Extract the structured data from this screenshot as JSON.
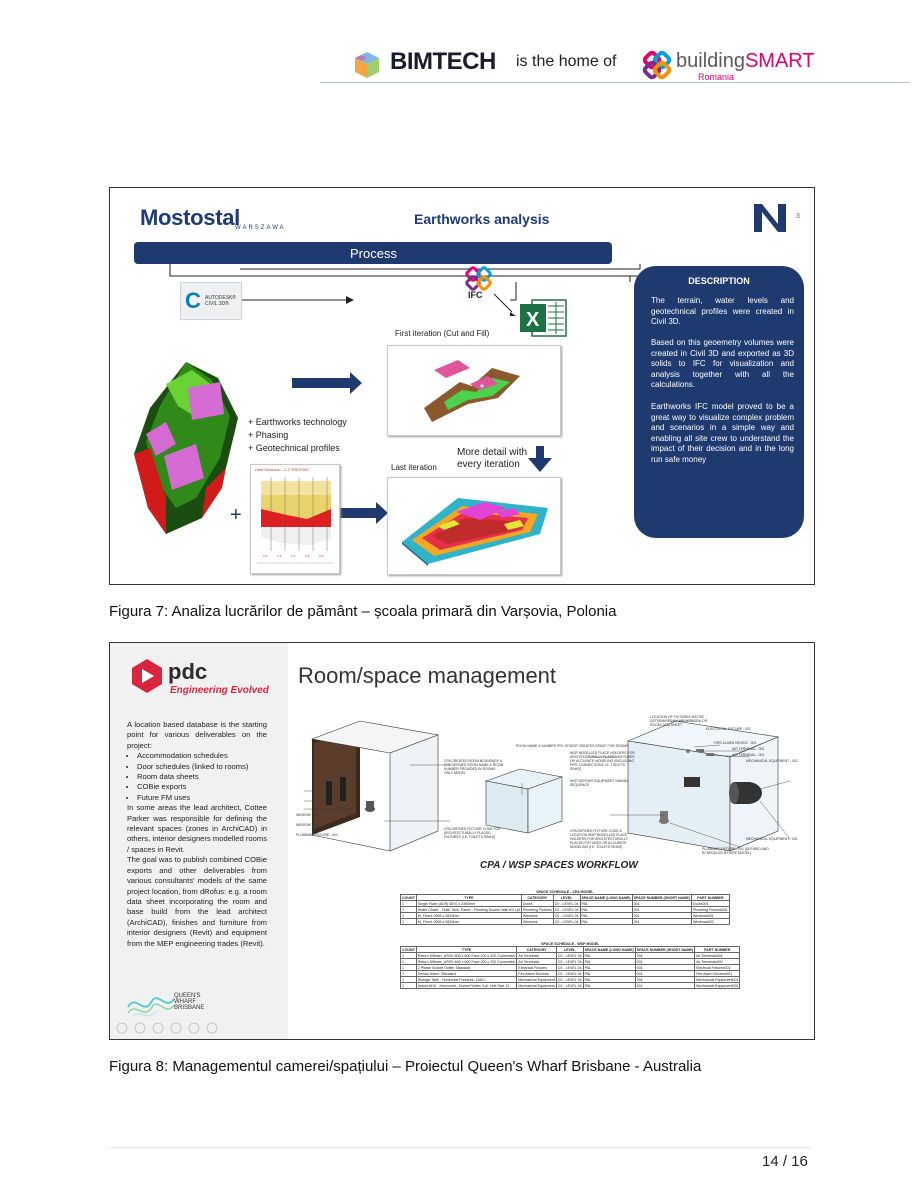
{
  "header": {
    "bimtech": "BIMTECH",
    "home_of": "is the home of",
    "bs_building": "building",
    "bs_smart": "SMART",
    "bs_country": "Romania"
  },
  "figure1": {
    "logo": "Mostostal",
    "logo_sub": "WARSZAWA",
    "title": "Earthworks analysis",
    "page_marker": "3",
    "process": "Process",
    "civil3d_label": "AUTODESK® CIVIL 3D®",
    "ifc_label": "IFC",
    "first_iteration": "First iteration (Cut and Fill)",
    "last_iteration": "Last iteration",
    "more_detail": "More detail with every iteration",
    "bullets": [
      "+ Earthworks technology",
      "+ Phasing",
      "+ Geotechnical profiles"
    ],
    "plus": "+",
    "profile_title": "Hole Sections – 2-2' PROFILE",
    "description_title": "DESCRIPTION",
    "description": [
      "The terrain, water levels and geotechnical profiles were created in Civil 3D.",
      "Based on this geoemetry volumes were created in Civil 3D and exported as 3D solids to IFC for visualization and analysis together with all the calculations.",
      "Earthworks IFC model proved to be a great way to visualize complex problem and scenarios in a simple way and enabling all site crew to understand the impact of their decision and in the long run safe money"
    ],
    "caption": "Figura 7: Analiza lucrărilor de pământ – școala primară din Varșovia, Polonia"
  },
  "figure2": {
    "logo": "pdc",
    "tagline": "Engineering Evolved",
    "title": "Room/space management",
    "intro": "A location based database is the starting point for various deliverables on the project:",
    "bullets": [
      "Accommodation schedules",
      "Door schedules (linked to rooms)",
      "Room data sheets",
      "COBie exports",
      "Future FM uses"
    ],
    "paragraph1": "In some areas the lead architect, Cottee Parker was responsible for defining the relevant spaces (zones in ArchiCAD) in others, interior designers modelled rooms / spaces in Revit.",
    "paragraph2": "The goal was to publish combined COBie exports and other deliverables from various consultants’ models of the same project location, from dRofus: e.g. a room data sheet incorporating the room and base build from the lead architect (ArchiCAD), finishes and furniture from interior designers (Revit) and equipment from the MEP engineering trades (Revit).",
    "brand_mark": [
      "QUEEN'S",
      "WHARF",
      "BRISBANE"
    ],
    "workflow_title": "CPA / WSP SPACES WORKFLOW",
    "annotations": {
      "room_name": "ROOM NAME & NUMBER PRL 007",
      "cpa_created": "CPA CREATED ROOM BOUNDARY & CPA DEFINED ROOM NAME & ROOM NUMBER PROVIDED IN ROOMS ONLY MODEL",
      "wsp_created": "WSP CREATES SPACE FOR ROOMS",
      "wsp_modelled": "WSP MODELLED PLACE HOLDERS FOR ARCHITECTURALLY PLACED FIXTURES OR ACCURATE MODELING (INCLUDING PIPE CONNECTIONS I.E. TOILETS SINKS)",
      "wsp_defined": "WSP DEFINES EQUIPMENT NAMING SEQUENCE",
      "cpa_fixture": "CPA DEFINED FIXTURE CODE FOR ARCHITECTURALLY PLACED FIXTURES (I.E. TOILETS SINKS)",
      "cpa_defined_code": "CPA DEFINED FIXTURE CODE & LOCATION WSP MODELLED PLACE HOLDERS FOR ARCHITECTURALLY PLACED FIXTURES OR ACCURATE MODELING (I.E. TOILETS SINKS)",
      "location": "LOCATION OF FIXTURES MAY BE DETERMINED BY ARCHITECT & OR ROOM DATA SHEET",
      "window1": "WINDOW - 001",
      "window2": "WINDOW - 002",
      "plumbing": "PLUMBING FIXTURE - 001",
      "electrical": "ELECTRICAL FIXTURE - 001",
      "fire_alarm": "FIRE ALARM DEVICE - 001",
      "air_terminal_2": "AIR TERMINAL - 002",
      "air_terminal_1": "AIR TERMINAL - 001",
      "mech_eq_2": "MECHANICAL EQUIPMENT - 002",
      "mech_eq_1": "MECHANICAL EQUIPMENT - 001",
      "plumbing_wsp": "PLUMBING FIXTURE - 001 (DEFINED AND SCHEDULED BY WSP MODEL)"
    },
    "table_cpa": {
      "caption": "SPACE SCHEDULE - CPA MODEL",
      "headers": [
        "COUNT",
        "TYPE",
        "CATEGORY",
        "LEVEL",
        "SPACE NAME (LONG NAME)",
        "SPACE NUMBER (SHORT NAME)",
        "PART NUMBER"
      ],
      "rows": [
        [
          "1",
          "Single Flush (AUS) 0870 x 2350mm",
          "Doors",
          "C0 - LEVEL 04",
          "PAL",
          "001",
          "Doors001"
        ],
        [
          "1",
          "Water Closet - Flush Tank: Fabric - Flushing Double Wall 6/3 Lpf",
          "Plumbing Fixtures",
          "C0 - LEVEL 04",
          "PAL",
          "001",
          "Plumbing Fixtures001"
        ],
        [
          "1",
          "M_Fixed: 0905 x 0810mm",
          "Windows",
          "C0 - LEVEL 04",
          "PAL",
          "001",
          "Windows001"
        ],
        [
          "1",
          "M_Fixed: 0905 x 0810mm",
          "Windows",
          "C0 - LEVEL 04",
          "PAL",
          "001",
          "Windows002"
        ]
      ]
    },
    "table_wsp": {
      "caption": "SPACE SCHEDULE - WSP MODEL",
      "headers": [
        "COUNT",
        "TYPE",
        "CATEGORY",
        "LEVEL",
        "SPACE NAME (LONG NAME)",
        "SPACE NUMBER (SHORT NAME)",
        "PART NUMBER"
      ],
      "rows": [
        [
          "1",
          "Return Diffuser_AS00: 600 x 600 Face 200 x 200 Connection",
          "Air Terminals",
          "C0 - LEVEL 04",
          "PAL",
          "001",
          "Air Terminals001"
        ],
        [
          "1",
          "Return Diffuser_AS00: 600 x 600 Face 200 x 200 Connection",
          "Air Terminals",
          "C0 - LEVEL 04",
          "PAL",
          "001",
          "Air Terminals002"
        ],
        [
          "1",
          "2 Phase Socket Outlet: Standard",
          "Electrical Fixtures",
          "C0 - LEVEL 04",
          "PAL",
          "001",
          "Electrical Fixtures001"
        ],
        [
          "1",
          "Smoke Alarm: Standard",
          "Fire Alarm Devices",
          "C0 - LEVEL 04",
          "PAL",
          "001",
          "Fire Alarm Devices001"
        ],
        [
          "1",
          "Storage Tank - Horizontal Pressure: 1160 L",
          "Mechanical Equipment",
          "C0 - LEVEL 04",
          "PAL",
          "001",
          "Mechanical Equipment001"
        ],
        [
          "1",
          "Indoor AHU - Horizontal - Ducted Water Coil: Unit Size 12",
          "Mechanical Equipment",
          "C0 - LEVEL 04",
          "PAL",
          "001",
          "Mechanical Equipment002"
        ]
      ]
    },
    "caption": "Figura 8: Managementul camerei/spațiului – Proiectul Queen's Wharf Brisbane - Australia"
  },
  "footer": {
    "page": "14 / 16"
  },
  "colors": {
    "navy": "#1f3a6e",
    "pdc_red": "#d8263f",
    "buildingsmart_pink": "#e5006d"
  }
}
